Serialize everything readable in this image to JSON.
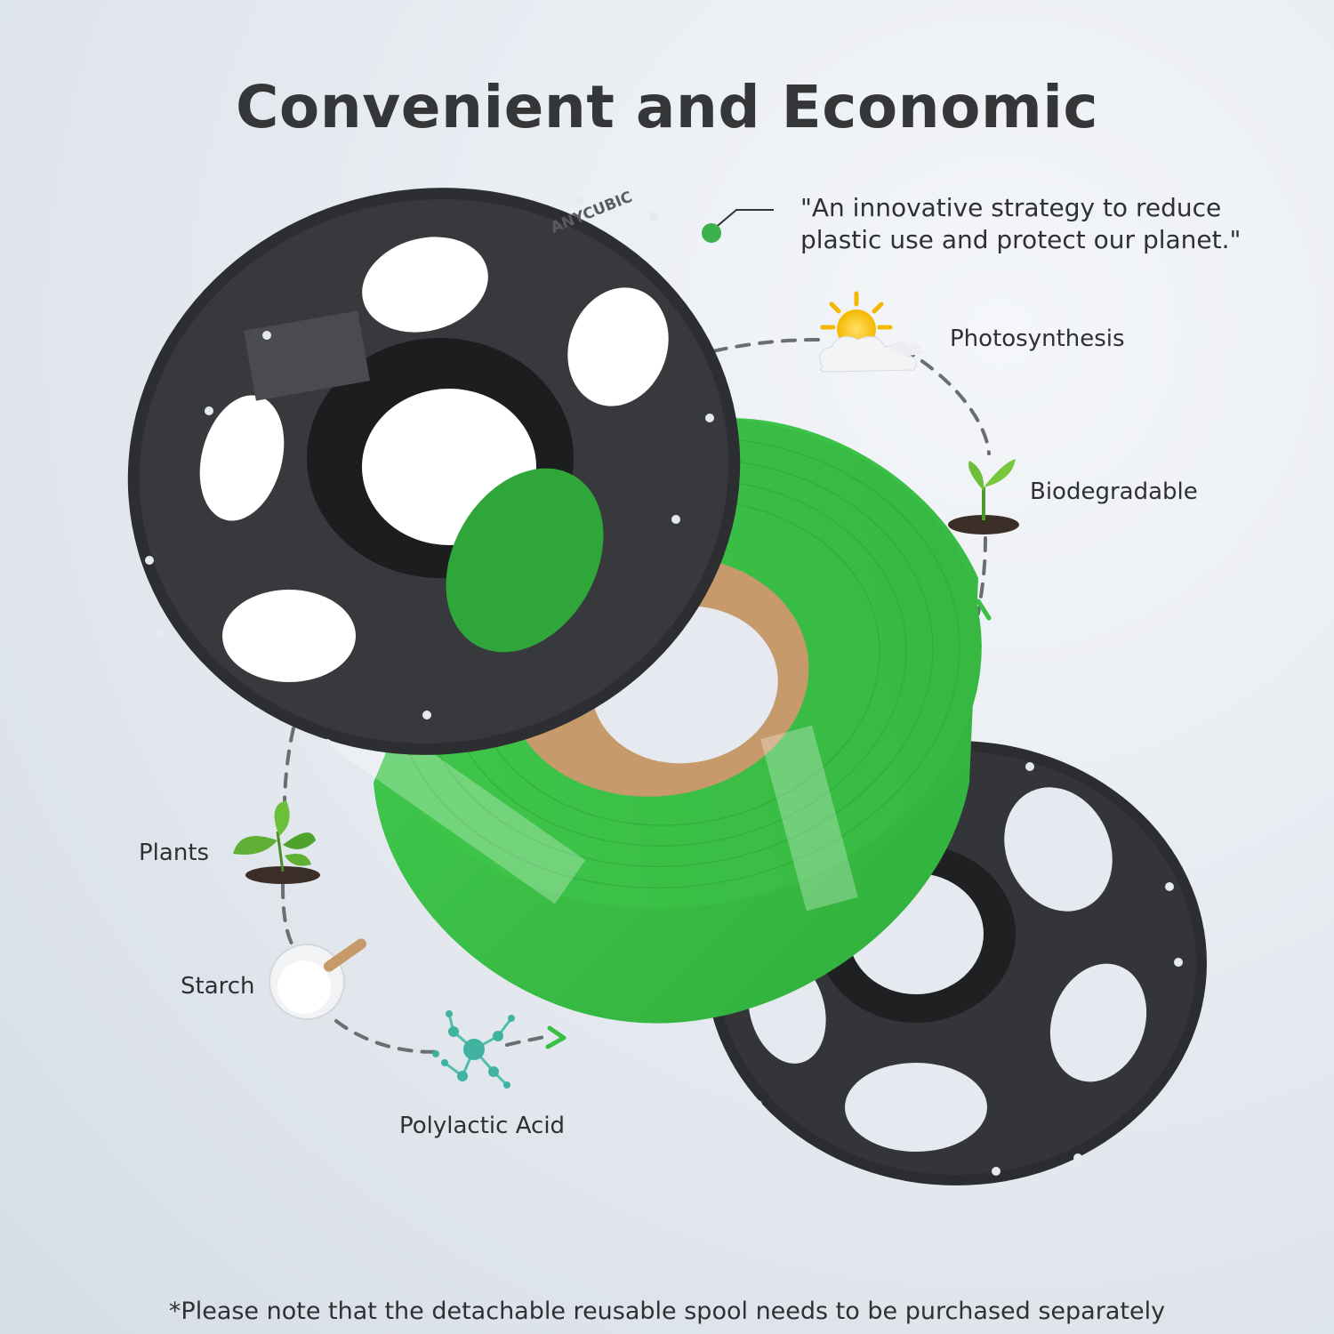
{
  "heading": {
    "title": "Convenient and Economic"
  },
  "quote": {
    "line1": "\"An innovative strategy to reduce",
    "line2": "plastic use and protect our planet.\""
  },
  "cycle": {
    "photosynthesis": "Photosynthesis",
    "biodegradable": "Biodegradable",
    "plants": "Plants",
    "starch": "Starch",
    "polylactic_acid": "Polylactic Acid"
  },
  "spool": {
    "brand": "ANYCUBIC"
  },
  "footnote": "*Please note that the detachable reusable spool needs to be purchased separately",
  "colors": {
    "filament": "#3ec64a",
    "spool_plastic": "#2f3033",
    "accent_green": "#3cb04a",
    "cardboard": "#c69a6a"
  },
  "icons": [
    "sun-cloud-icon",
    "sprout-icon",
    "plant-icon",
    "starch-bowl-icon",
    "molecule-icon"
  ]
}
